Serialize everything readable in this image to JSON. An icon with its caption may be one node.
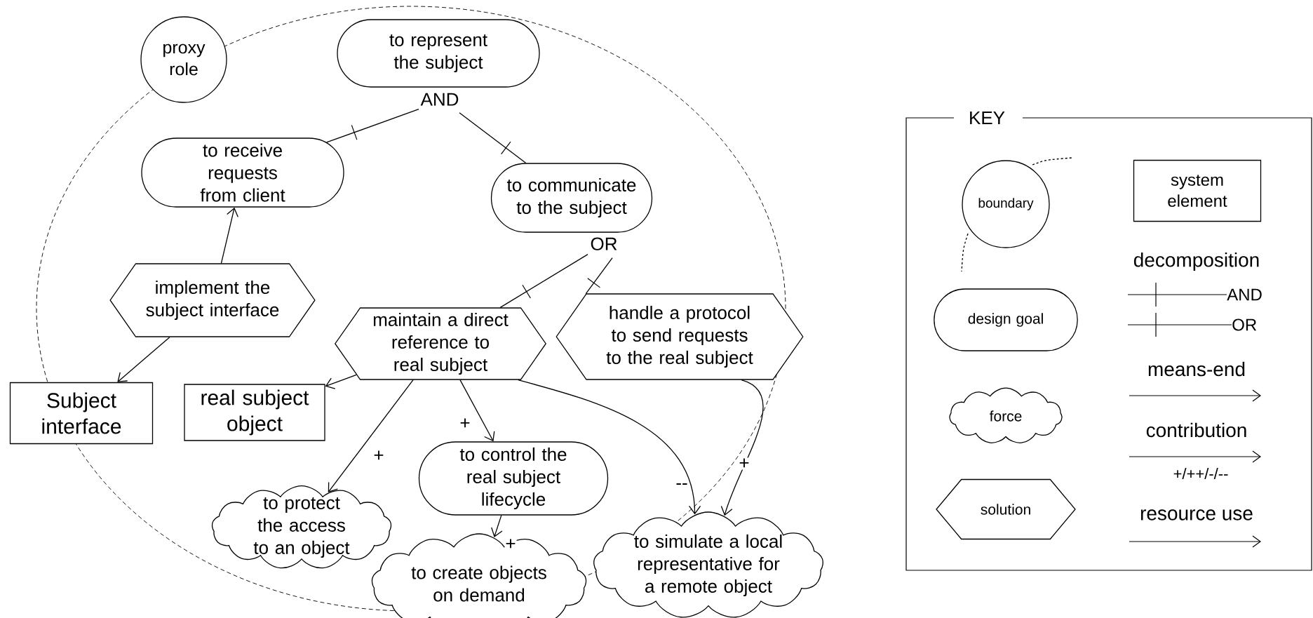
{
  "diagram": {
    "nodes": [
      {
        "text": [
          "proxy role"
        ]
      },
      {
        "text": [
          "to represent the subject"
        ],
        "beside": [
          "AND"
        ]
      },
      {
        "text": [
          "to receive requests from client"
        ]
      },
      {
        "text": [
          "to communicate to the subject"
        ],
        "beside": [
          "OR"
        ]
      },
      {
        "text": [
          "implement the subject interface"
        ]
      },
      {
        "text": [
          "maintain a direct reference to real subject"
        ]
      },
      {
        "text": [
          "handle a protocol to send requests to the real subject"
        ]
      },
      {
        "text": [
          "Subject interface"
        ]
      },
      {
        "text": [
          "real subject object"
        ]
      },
      {
        "text": [
          "to control the real subject lifecycle"
        ]
      },
      {
        "text": [
          "to protect the access to an object"
        ]
      },
      {
        "text": [
          "to create objects on demand"
        ]
      },
      {
        "text": [
          "to simulate a local representative for a remote object"
        ]
      }
    ],
    "edges": [
      {
        "from": 2,
        "to": 1,
        "arrow": "none"
      },
      {
        "from": 3,
        "to": 1,
        "arrow": "none"
      },
      {
        "from": 4,
        "to": 2,
        "arrow": "to"
      },
      {
        "from": 5,
        "to": 3,
        "arrow": "none"
      },
      {
        "from": 6,
        "to": 3,
        "arrow": "none"
      },
      {
        "from": 4,
        "to": 7,
        "arrow": "to"
      },
      {
        "from": 5,
        "to": 8,
        "arrow": "to"
      },
      {
        "from": 5,
        "to": 10,
        "arrow": "to",
        "label": "+"
      },
      {
        "from": 5,
        "to": 9,
        "arrow": "to",
        "label": "+"
      },
      {
        "from": 5,
        "to": 12,
        "arrow": "to",
        "label": "--"
      },
      {
        "from": 6,
        "to": 12,
        "arrow": "to",
        "label": "+"
      },
      {
        "from": 9,
        "to": 11,
        "arrow": "to",
        "label": "+"
      }
    ],
    "labels": [
      "KEY",
      "AND",
      "OR",
      "+/++/-/--"
    ],
    "legend": [
      {
        "text": "boundary"
      },
      {
        "text": "system element"
      },
      {
        "text": "decomposition"
      },
      {
        "text": "design goal"
      },
      {
        "text": "means-end"
      },
      {
        "text": "force"
      },
      {
        "text": "contribution"
      },
      {
        "text": "solution"
      },
      {
        "text": "resource use"
      }
    ]
  }
}
